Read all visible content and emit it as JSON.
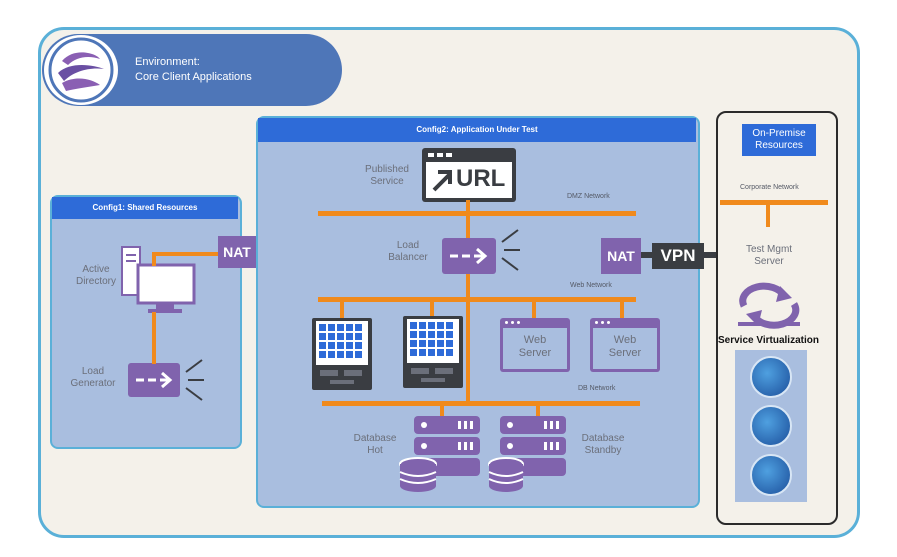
{
  "environment": {
    "line1": "Environment:",
    "line2": "Core Client Applications"
  },
  "config1": {
    "title": "Config1: Shared Resources"
  },
  "config2": {
    "title": "Config2: Application Under Test"
  },
  "onprem": {
    "line1": "On-Premise",
    "line2": "Resources"
  },
  "labels": {
    "active_directory_1": "Active",
    "active_directory_2": "Directory",
    "load_generator_1": "Load",
    "load_generator_2": "Generator",
    "published_service_1": "Published",
    "published_service_2": "Service",
    "url": "URL",
    "load_balancer_1": "Load",
    "load_balancer_2": "Balancer",
    "web_server_1a": "Web",
    "web_server_1b": "Server",
    "web_server_2a": "Web",
    "web_server_2b": "Server",
    "db_hot_1": "Database",
    "db_hot_2": "Hot",
    "db_standby_1": "Database",
    "db_standby_2": "Standby",
    "test_mgmt_1": "Test Mgmt",
    "test_mgmt_2": "Server",
    "service_virtualization": "Service Virtualization"
  },
  "networks": {
    "dmz": "DMZ Network",
    "web": "Web Network",
    "db": "DB Network",
    "corporate": "Corporate Network"
  },
  "nat_left": "NAT",
  "nat_right": "NAT",
  "vpn": "VPN",
  "colors": {
    "accent": "#2e6bd8",
    "network": "#f08a1c",
    "device": "#8063ad",
    "panel": "#a9bedf"
  }
}
